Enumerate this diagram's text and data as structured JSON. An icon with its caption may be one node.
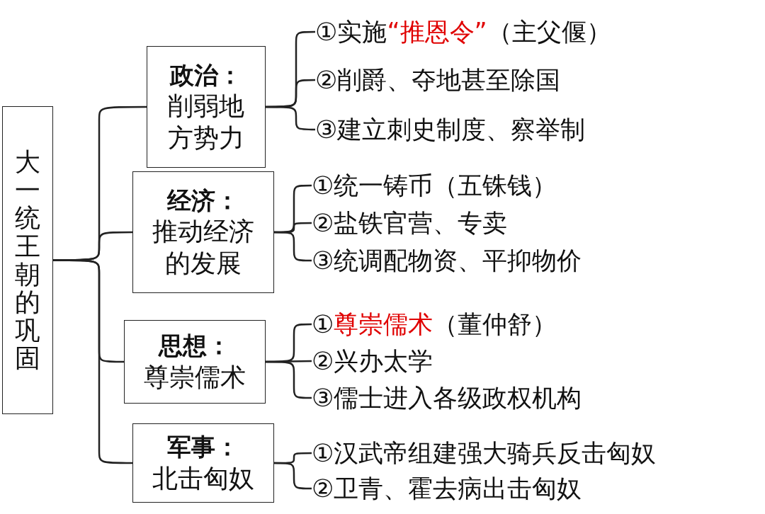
{
  "diagram": {
    "nodes": [
      {
        "text": [
          "大一统王朝的巩固"
        ]
      },
      {
        "text": [
          "政治：",
          "削弱地方势力"
        ]
      },
      {
        "text": [
          "①实施**“推恩令”**（主父偃）"
        ]
      },
      {
        "text": [
          "②削爵、夺地甚至除国"
        ]
      },
      {
        "text": [
          "③建立刺史制度、察举制"
        ]
      },
      {
        "text": [
          "经济：",
          "推动经济的发展"
        ]
      },
      {
        "text": [
          "①统一铸币（五铢钱）"
        ]
      },
      {
        "text": [
          "②盐铁官营、专卖"
        ]
      },
      {
        "text": [
          "③统调配物资、平抑物价"
        ]
      },
      {
        "text": [
          "思想：",
          "尊崇儒术"
        ]
      },
      {
        "text": [
          "①**尊崇儒术**（董仲舒）"
        ]
      },
      {
        "text": [
          "②兴办太学"
        ]
      },
      {
        "text": [
          "③儒士进入各级政权机构"
        ]
      },
      {
        "text": [
          "军事：",
          "北击匈奴"
        ]
      },
      {
        "text": [
          "①汉武帝组建强大骑兵反击匈奴"
        ]
      },
      {
        "text": [
          "②卫青、霍去病出击匈奴"
        ]
      }
    ],
    "edges": [
      {
        "from": 0,
        "to": 1,
        "arrow": "none"
      },
      {
        "from": 0,
        "to": 5,
        "arrow": "none"
      },
      {
        "from": 0,
        "to": 9,
        "arrow": "none"
      },
      {
        "from": 0,
        "to": 13,
        "arrow": "none"
      },
      {
        "from": 1,
        "to": 2,
        "arrow": "none"
      },
      {
        "from": 1,
        "to": 3,
        "arrow": "none"
      },
      {
        "from": 1,
        "to": 4,
        "arrow": "none"
      },
      {
        "from": 5,
        "to": 6,
        "arrow": "none"
      },
      {
        "from": 5,
        "to": 7,
        "arrow": "none"
      },
      {
        "from": 5,
        "to": 8,
        "arrow": "none"
      },
      {
        "from": 9,
        "to": 10,
        "arrow": "none"
      },
      {
        "from": 9,
        "to": 11,
        "arrow": "none"
      },
      {
        "from": 9,
        "to": 12,
        "arrow": "none"
      },
      {
        "from": 13,
        "to": 14,
        "arrow": "none"
      },
      {
        "from": 13,
        "to": 15,
        "arrow": "none"
      }
    ]
  }
}
